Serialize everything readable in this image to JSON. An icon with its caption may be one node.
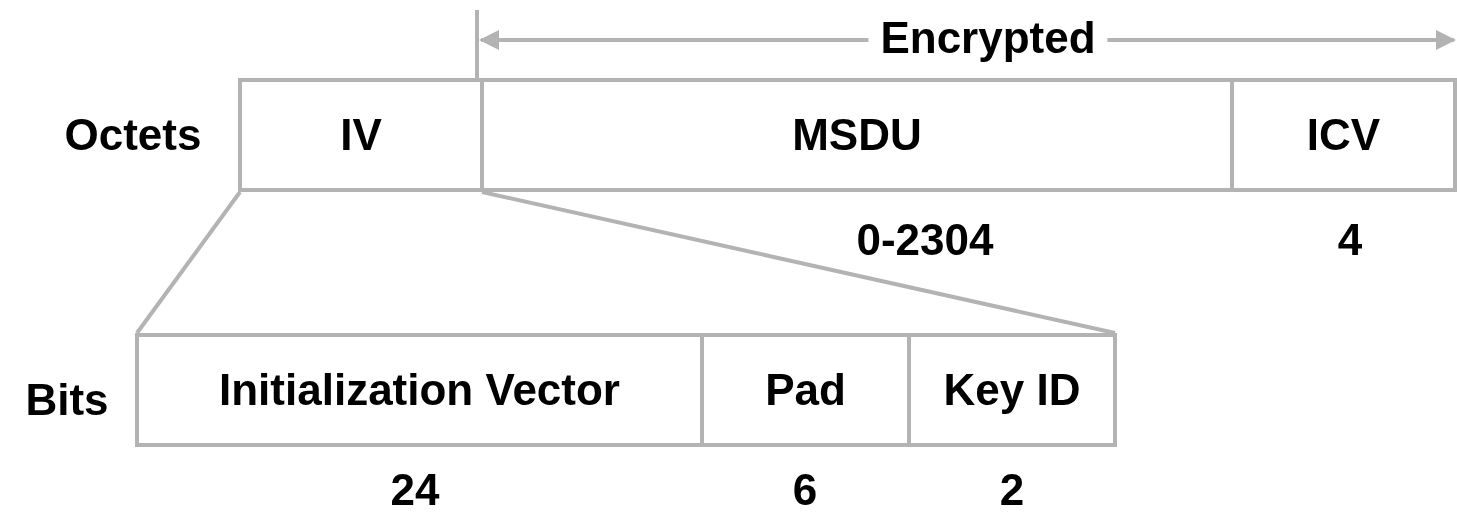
{
  "diagram": {
    "nodes": [
      {
        "text": [
          "IV"
        ]
      },
      {
        "text": [
          "MSDU"
        ]
      },
      {
        "text": [
          "ICV"
        ]
      },
      {
        "text": [
          "Initialization Vector"
        ]
      },
      {
        "text": [
          "Pad"
        ]
      },
      {
        "text": [
          "Key ID"
        ]
      }
    ],
    "edges": [
      {
        "from": 0,
        "to": 3,
        "arrow": "none"
      },
      {
        "from": 0,
        "to": 5,
        "arrow": "none"
      }
    ],
    "labels": [
      "Encrypted",
      "Octets",
      "0-2304",
      "4",
      "Bits",
      "24",
      "6",
      "2"
    ]
  }
}
